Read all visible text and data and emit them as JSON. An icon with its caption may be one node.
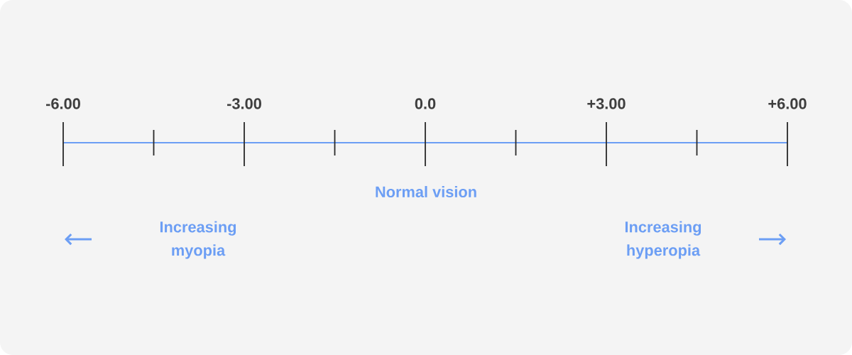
{
  "diagram": {
    "labels": [
      "-6.00",
      "-3.00",
      "0.0",
      "+3.00",
      "+6.00",
      "Normal vision",
      "Increasing myopia",
      "Increasing hyperopia"
    ]
  }
}
